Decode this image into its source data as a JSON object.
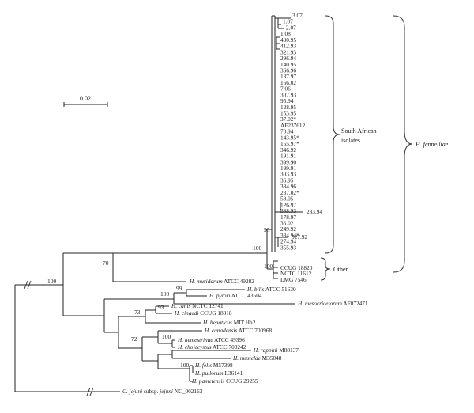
{
  "scale_bar": {
    "label": "0.02"
  },
  "isolate_labels": [
    "3.07",
    "1.07",
    "2.07",
    "1.08",
    "400.95",
    "412.93",
    "321.93",
    "296.94",
    "140.95",
    "366.96",
    "137.97",
    "166.02",
    "7.06",
    "307.93",
    "95.94",
    "128.95",
    "153.95",
    "37.02*",
    "AF237612",
    "78.94",
    "143.95*",
    "155.97*",
    "346.92",
    "191.91",
    "399.90",
    "199.91",
    "303.93",
    "36.95",
    "384.96",
    "237.02*",
    "58.05",
    "126.97",
    "388.93",
    "178.97",
    "36.02",
    "249.92",
    "334.94*",
    "274.94",
    "355.93"
  ],
  "outlier_labels": {
    "l283": "283.94",
    "l327": "327.92"
  },
  "other_strains": [
    "CCUG 18820",
    "NCTC 11612",
    "LMG 7546"
  ],
  "groups": {
    "south_african_1": "South African",
    "south_african_2": "isolates",
    "other": "Other",
    "species": "H. fennelliae"
  },
  "species": {
    "muridarum": {
      "italic": "H. muridarum",
      "rest": " ATCC 49282"
    },
    "bilis": {
      "italic": "H. bilis",
      "rest": " ATCC 51630"
    },
    "pylori": {
      "italic": "H. pylori",
      "rest": " ATCC 43504"
    },
    "meso": {
      "italic": "H. mesocricetorum",
      "rest": " AF072471"
    },
    "canis": {
      "italic": "H. canis",
      "rest": " NCTC 12741"
    },
    "cinaedi": {
      "italic": "H. cinaedi",
      "rest": " CCUG 18818"
    },
    "hepaticus": {
      "italic": "H. hepaticus",
      "rest": " MIT Hh2"
    },
    "canadensis": {
      "italic": "H. canadensis",
      "rest": " ATCC 700968"
    },
    "nemestrinae": {
      "italic": "H. nemestrinae",
      "rest": " ATCC 49396"
    },
    "cholecystus": {
      "italic": "H. cholecystus",
      "rest": " ATCC 700242"
    },
    "rappini": {
      "italic": "H. rappini",
      "rest": " M88137"
    },
    "mustelae": {
      "italic": "H. mustelae",
      "rest": " M35048"
    },
    "felis": {
      "italic": "H. felis",
      "rest": " M57398"
    },
    "pullorum": {
      "italic": "H. pullorum",
      "rest": " L36141"
    },
    "pametensis": {
      "italic": "H. pametensis",
      "rest": " CCUG 29255"
    },
    "jejuni": {
      "italic": "C. jejuni",
      "rest": " subsp. ",
      "italic2": "jejuni",
      "rest2": " NC_002163"
    }
  },
  "bootstrap": {
    "b95": "95",
    "b100a": "100",
    "b100b": "100",
    "b70": "70",
    "b100c": "100",
    "b99": "99",
    "b100d": "100",
    "b93": "93",
    "b73": "73",
    "b72": "72",
    "b100e": "100",
    "b100f": "100"
  }
}
